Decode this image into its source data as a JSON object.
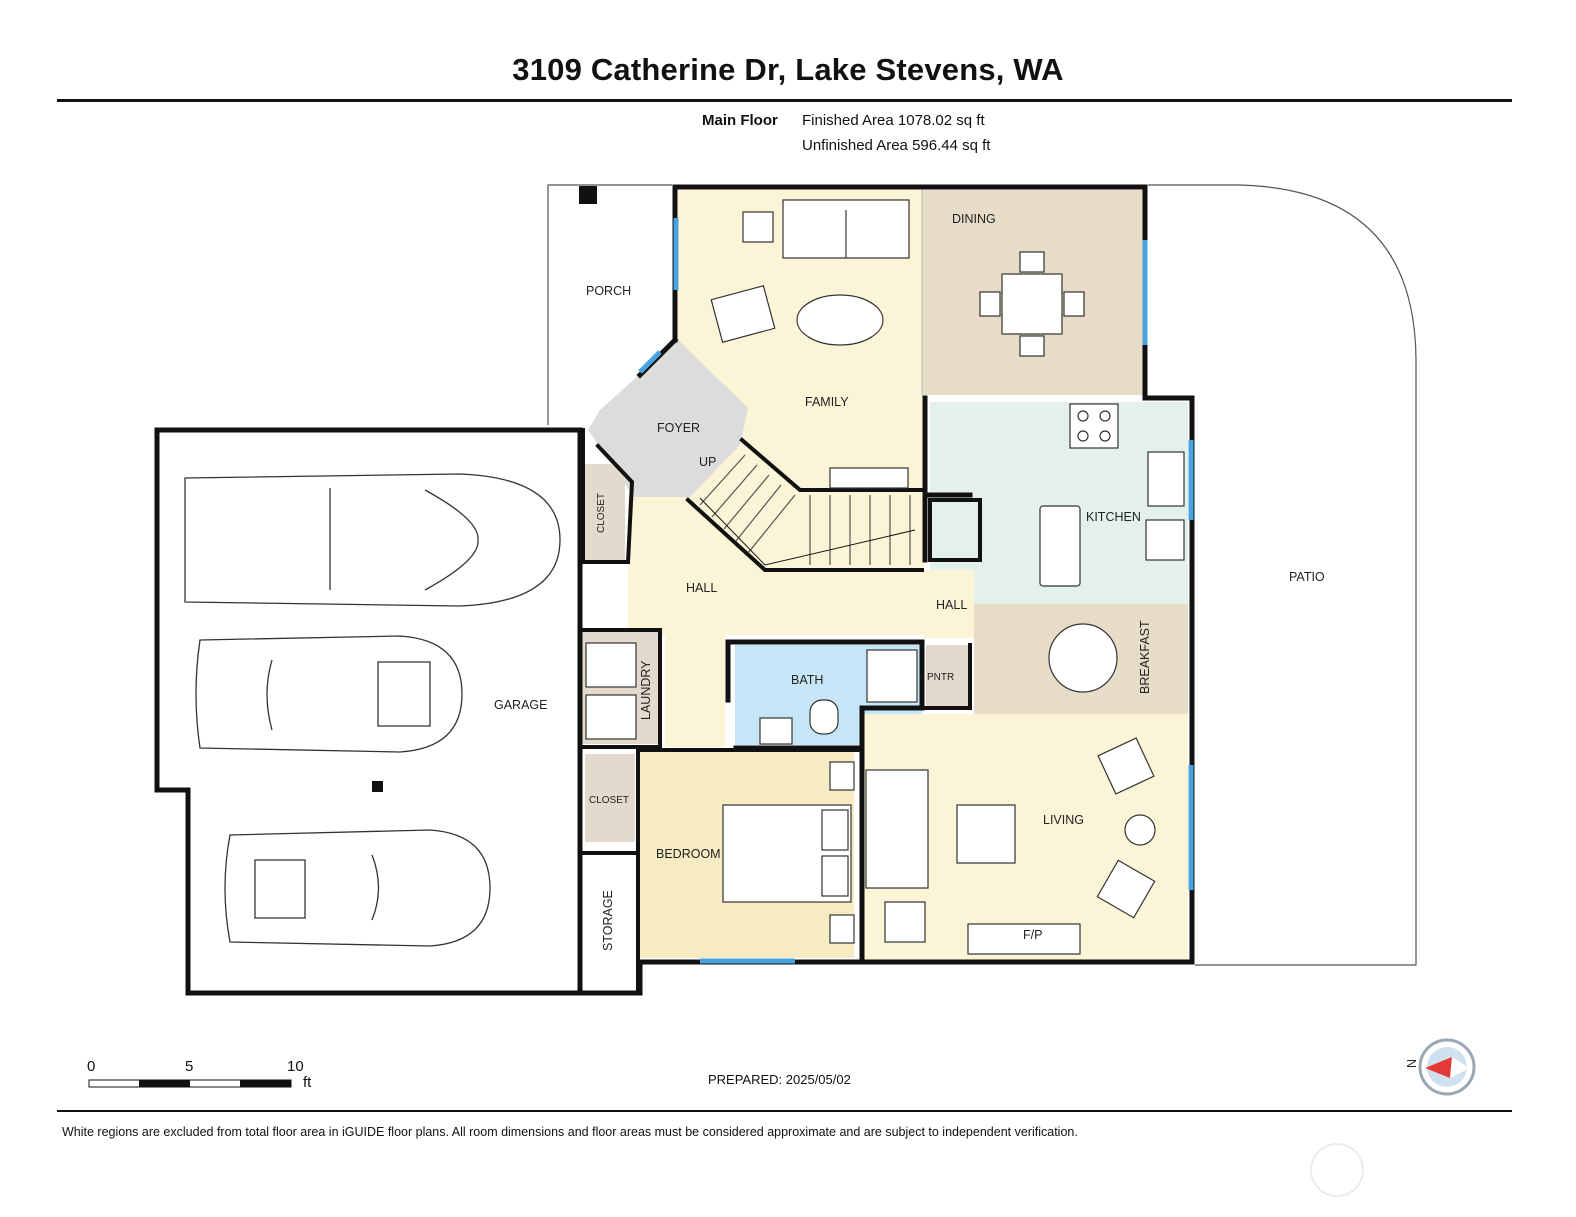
{
  "header": {
    "title": "3109 Catherine Dr, Lake Stevens, WA",
    "floor": "Main Floor",
    "finished_area": "Finished Area 1078.02 sq ft",
    "unfinished_area": "Unfinished Area 596.44 sq ft"
  },
  "rooms": {
    "porch": "PORCH",
    "dining": "DINING",
    "family": "FAMILY",
    "foyer": "FOYER",
    "up": "UP",
    "closet_upper": "CLOSET",
    "hall_main": "HALL",
    "hall_small": "HALL",
    "kitchen": "KITCHEN",
    "patio": "PATIO",
    "garage": "GARAGE",
    "laundry": "LAUNDRY",
    "bath": "BATH",
    "pantry": "PNTR",
    "breakfast": "BREAKFAST",
    "closet_lower": "CLOSET",
    "bedroom": "BEDROOM",
    "living": "LIVING",
    "storage": "STORAGE",
    "fireplace": "F/P"
  },
  "scale": {
    "ticks": [
      "0",
      "5",
      "10"
    ],
    "unit": "ft"
  },
  "compass": {
    "north_label": "N"
  },
  "footer": {
    "prepared": "PREPARED: 2025/05/02",
    "disclaimer": "White regions are excluded from total floor area in iGUIDE floor plans. All room dimensions and floor areas must be considered approximate and are subject to independent verification."
  },
  "colors": {
    "family": "#fbf4d6",
    "dining": "#e6dcc8",
    "foyer": "#dcdcdc",
    "kitchen": "#e3f1ea",
    "bath": "#c6e6f7",
    "bedroom": "#f7ebc4",
    "closet": "#e3d9cc",
    "window": "#4aa3df",
    "wall": "#111111"
  }
}
